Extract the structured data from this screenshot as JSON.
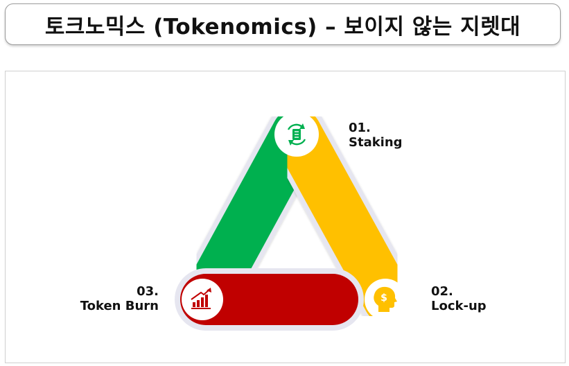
{
  "title": "토크노믹스 (Tokenomics) – 보이지 않는 지렛대",
  "steps": [
    {
      "number": "01.",
      "label": "Staking",
      "color": "#FFC000",
      "icon": "cycle-document-icon"
    },
    {
      "number": "02.",
      "label": "Lock-up",
      "color": "#FFC000",
      "icon": "head-dollar-icon"
    },
    {
      "number": "03.",
      "label": "Token Burn",
      "color": "#C00000",
      "icon": "growth-chart-icon"
    }
  ],
  "colors": {
    "green": "#00B050",
    "yellow": "#FFC000",
    "red": "#C00000",
    "outline": "#E4E4F0"
  }
}
